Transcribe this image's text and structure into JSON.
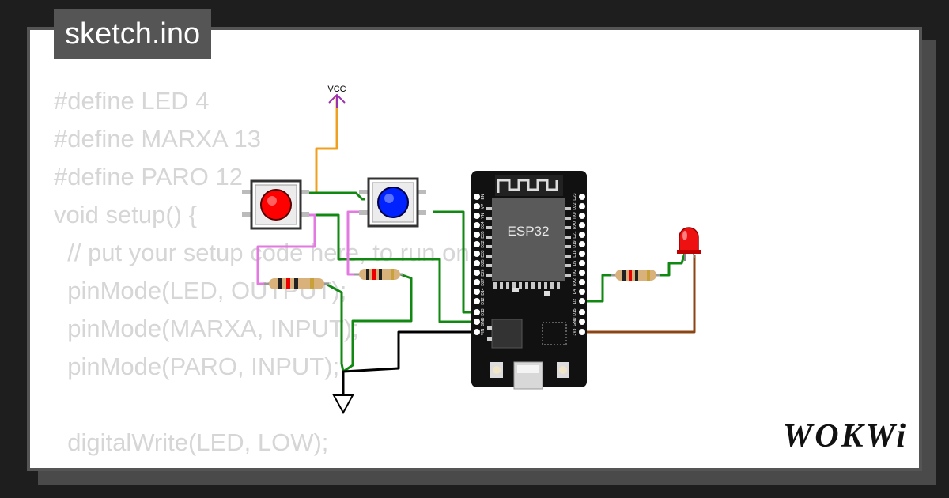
{
  "title": "sketch.ino",
  "code_lines": [
    "#define LED 4",
    "#define MARXA 13",
    "#define PARO 12",
    "void setup() {",
    "  // put your setup code here, to run once:",
    "  pinMode(LED, OUTPUT);",
    "  pinMode(MARXA, INPUT);",
    "  pinMode(PARO, INPUT);",
    "",
    "  digitalWrite(LED, LOW);",
    "}"
  ],
  "circuit": {
    "vcc_label": "VCC",
    "chip_label": "ESP32",
    "left_pin_labels": [
      "EN",
      "VP",
      "VN",
      "D34",
      "D35",
      "D32",
      "D33",
      "D25",
      "D26",
      "D27",
      "D14",
      "D12",
      "D13",
      "GND",
      "VIN"
    ],
    "right_pin_labels": [
      "D23",
      "D22",
      "TX0",
      "RX0",
      "D21",
      "D19",
      "D18",
      "D5",
      "TX2",
      "RX2",
      "D4",
      "D2",
      "D15",
      "GND",
      "3V3"
    ],
    "colors": {
      "wire_green": "#118811",
      "wire_orange": "#f0a020",
      "wire_pink": "#e27ae2",
      "wire_black": "#000000",
      "wire_brown": "#8b4513",
      "vcc_purple": "#9b30b0",
      "button_red": "#ff0000",
      "button_blue": "#0022ff",
      "board": "#111111"
    }
  },
  "logo_text": "WOKWi"
}
